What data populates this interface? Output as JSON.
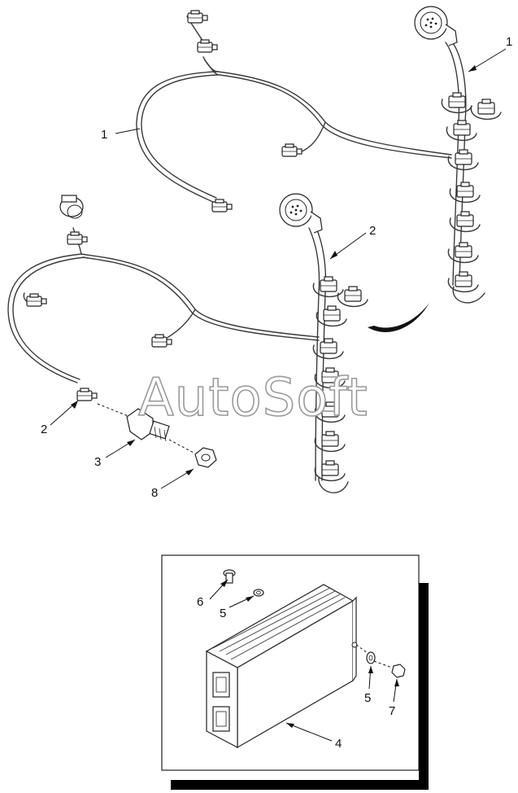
{
  "watermark": {
    "text": "AutoSoft"
  },
  "callouts": {
    "c1a": "1",
    "c1b": "1",
    "c2a": "2",
    "c2b": "2",
    "c3": "3",
    "c8": "8",
    "c6": "6",
    "c5a": "5",
    "c5b": "5",
    "c7": "7",
    "c4": "4"
  },
  "colors": {
    "line": "#222222",
    "watermark_stroke": "#9a9a9a",
    "shadow": "#000000"
  }
}
